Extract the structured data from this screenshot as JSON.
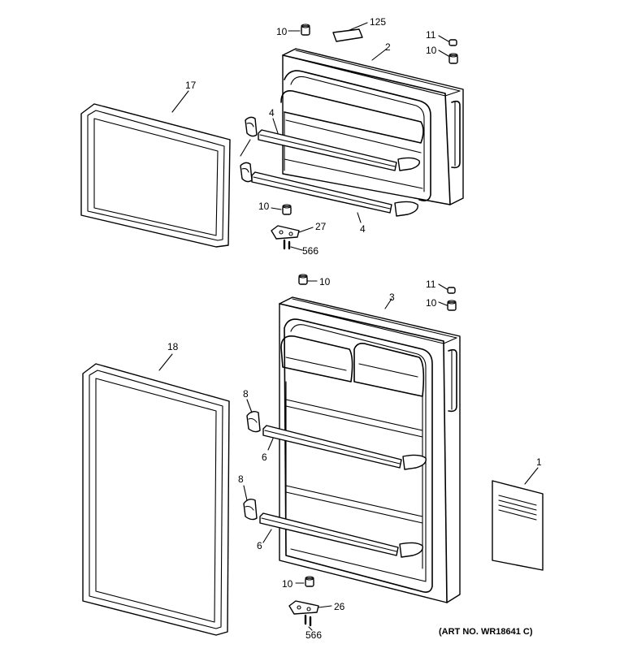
{
  "callouts": {
    "c125": "125",
    "c10_top_left": "10",
    "c2": "2",
    "c11_top": "11",
    "c10_top_right": "10",
    "c17": "17",
    "c4_upper": "4",
    "c10_mid_upper": "10",
    "c27": "27",
    "c566_upper": "566",
    "c4_lower": "4",
    "c10_mid_lower": "10",
    "c11_lower": "11",
    "c10_lower_right": "10",
    "c3": "3",
    "c18": "18",
    "c8_upper": "8",
    "c6_upper": "6",
    "c8_lower": "8",
    "c6_lower": "6",
    "c1": "1",
    "c10_bottom": "10",
    "c26": "26",
    "c566_lower": "566"
  },
  "art_number": "(ART NO. WR18641 C)"
}
